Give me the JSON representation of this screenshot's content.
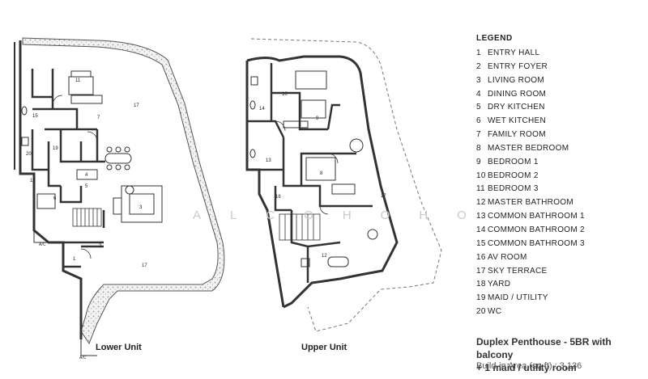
{
  "legend": {
    "title": "LEGEND",
    "items": [
      {
        "num": "1",
        "label": "ENTRY HALL"
      },
      {
        "num": "2",
        "label": "ENTRY FOYER"
      },
      {
        "num": "3",
        "label": "LIVING ROOM"
      },
      {
        "num": "4",
        "label": "DINING ROOM"
      },
      {
        "num": "5",
        "label": "DRY KITCHEN"
      },
      {
        "num": "6",
        "label": "WET KITCHEN"
      },
      {
        "num": "7",
        "label": "FAMILY ROOM"
      },
      {
        "num": "8",
        "label": "MASTER BEDROOM"
      },
      {
        "num": "9",
        "label": "BEDROOM 1"
      },
      {
        "num": "10",
        "label": "BEDROOM 2"
      },
      {
        "num": "11",
        "label": "BEDROOM 3"
      },
      {
        "num": "12",
        "label": "MASTER BATHROOM"
      },
      {
        "num": "13",
        "label": "COMMON BATHROOM 1"
      },
      {
        "num": "14",
        "label": "COMMON BATHROOM 2"
      },
      {
        "num": "15",
        "label": "COMMON BATHROOM 3"
      },
      {
        "num": "16",
        "label": "AV ROOM"
      },
      {
        "num": "17",
        "label": "SKY TERRACE"
      },
      {
        "num": "18",
        "label": "YARD"
      },
      {
        "num": "19",
        "label": "MAID / UTILITY"
      },
      {
        "num": "20",
        "label": "WC"
      }
    ]
  },
  "caption": {
    "line1": "Duplex Penthouse - 5BR with balcony",
    "line2": "+ 1 maid / utility room",
    "area": "Build-in Area (sq ft) : 3,136"
  },
  "units": {
    "lower": "Lower Unit",
    "upper": "Upper Unit"
  },
  "watermark": "ALCOHOHO",
  "plan_labels": {
    "lower": {
      "r11": "11",
      "r7": "7",
      "r17a": "17",
      "r15": "15",
      "r20": "20",
      "r19": "19",
      "r4": "4",
      "r5": "5",
      "r18": "18",
      "r6": "6",
      "r3": "3",
      "r2": "2",
      "r1": "1",
      "r17b": "17",
      "ac1": "A/C",
      "ac2": "A/C"
    },
    "upper": {
      "r10": "10",
      "r9": "9",
      "r14": "14",
      "r13": "13",
      "r8": "8",
      "r16": "16",
      "r12": "12",
      "r17": "17"
    }
  }
}
